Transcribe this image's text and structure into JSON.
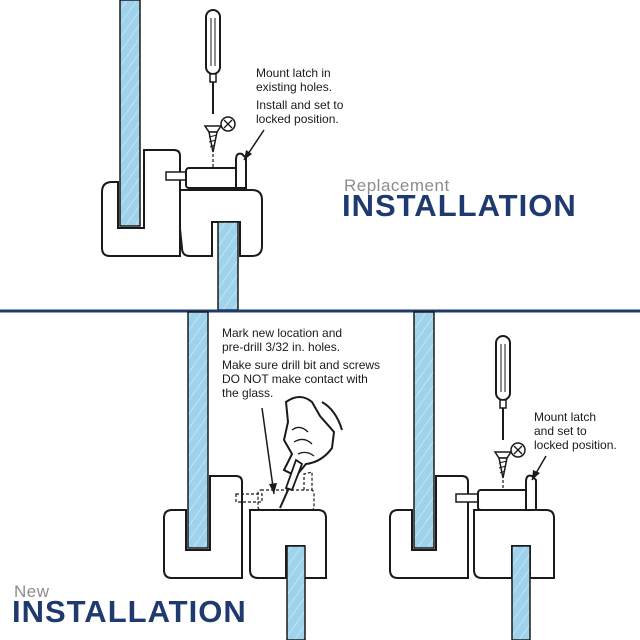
{
  "colors": {
    "brand_navy": "#1f3a6e",
    "subtitle_gray": "#8c8c8c",
    "glass_blue": "#9fd3ec",
    "divider": "#1f3a6e",
    "line": "#1a1a1a"
  },
  "replacement": {
    "subtitle": "Replacement",
    "title": "INSTALLATION",
    "note_mount": "Mount latch in\nexisting holes.",
    "note_install": "Install and set to\nlocked position."
  },
  "new": {
    "subtitle": "New",
    "title": "INSTALLATION",
    "note_mark": "Mark new location and\npre-drill 3/32 in. holes.",
    "note_drill": "Make sure drill bit and screws\nDO NOT make contact with\nthe glass.",
    "note_mount": "Mount latch\nand set to\nlocked position."
  },
  "icons": [
    "screwdriver-icon",
    "screw-icon",
    "drill-hand-icon",
    "window-latch-icon"
  ]
}
